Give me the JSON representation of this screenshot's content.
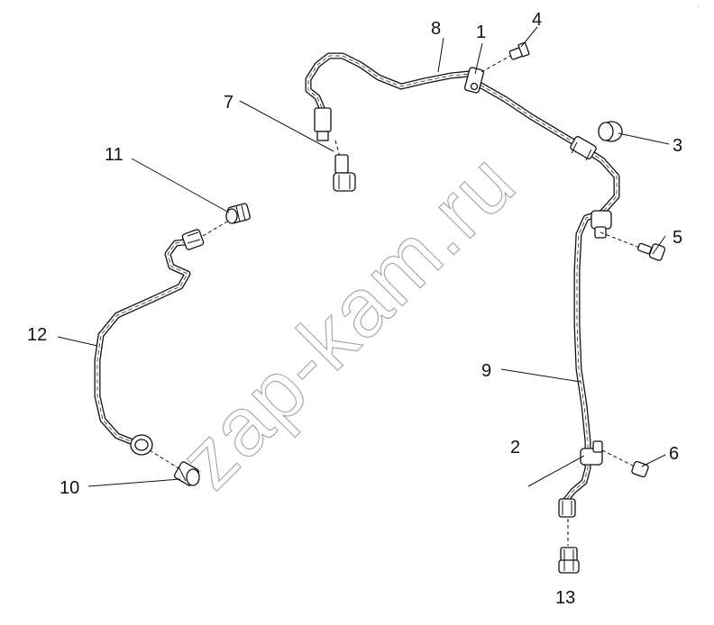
{
  "diagram": {
    "callouts": [
      {
        "id": "c1",
        "label": "1"
      },
      {
        "id": "c2",
        "label": "2"
      },
      {
        "id": "c3",
        "label": "3"
      },
      {
        "id": "c4",
        "label": "4"
      },
      {
        "id": "c5",
        "label": "5"
      },
      {
        "id": "c6",
        "label": "6"
      },
      {
        "id": "c7",
        "label": "7"
      },
      {
        "id": "c8",
        "label": "8"
      },
      {
        "id": "c9",
        "label": "9"
      },
      {
        "id": "c10",
        "label": "10"
      },
      {
        "id": "c11",
        "label": "11"
      },
      {
        "id": "c12",
        "label": "12"
      },
      {
        "id": "c13",
        "label": "13"
      }
    ],
    "watermark": "zap-kam.ru",
    "corner_mark": "."
  }
}
